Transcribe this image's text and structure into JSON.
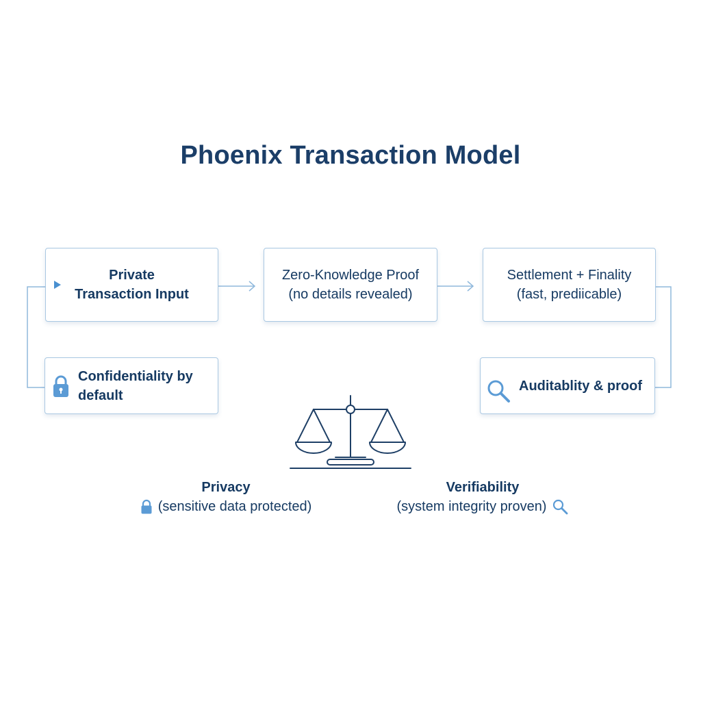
{
  "title": "Phoenix Transaction Model",
  "flow": {
    "private_input": {
      "line1": "Private",
      "line2": "Transaction Input"
    },
    "zkp": {
      "line1": "Zero-Knowledge Proof",
      "line2": "(no details revealed)"
    },
    "settlement": {
      "line1": "Settlement + Finality",
      "line2": "(fast, prediicable)"
    }
  },
  "side_boxes": {
    "confidentiality": {
      "line1": "Confidentiality by",
      "line2": "default",
      "icon": "lock-icon"
    },
    "auditability": {
      "label": "Auditablity & proof",
      "icon": "magnifier-icon"
    }
  },
  "balance": {
    "icon": "scales-icon",
    "privacy": {
      "heading": "Privacy",
      "sub": "(sensitive data protected)",
      "icon": "lock-icon"
    },
    "verifiability": {
      "heading": "Verifiability",
      "sub": "(system integrity proven)",
      "icon": "magnifier-icon"
    }
  },
  "colors": {
    "title": "#1b3e68",
    "text": "#163a62",
    "border": "#a9c8e2",
    "connector": "#8fb8dc",
    "icon_accent": "#4a90d0",
    "scale_stroke": "#1e3f66"
  }
}
